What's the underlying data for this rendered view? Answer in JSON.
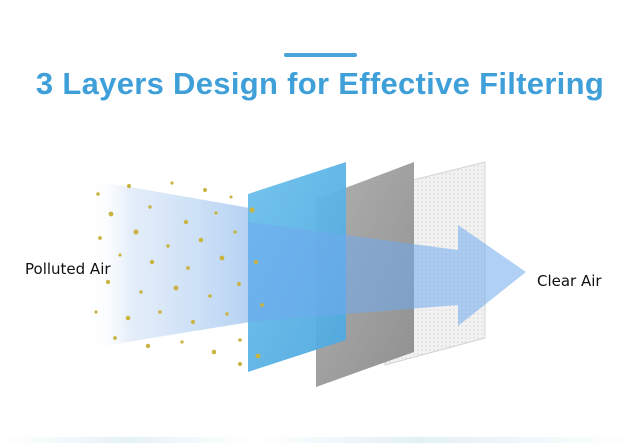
{
  "header": {
    "title": "3 Layers Design for Effective Filtering"
  },
  "labels": {
    "input": "Polluted Air",
    "output": "Clear Air"
  },
  "colors": {
    "title": "#3f9fd9",
    "layer_1": "#5fb5e6",
    "layer_2": "#a6a6a6",
    "layer_3": "#ececec",
    "arrow": "#8ab9f0",
    "particles": "#c9b441"
  }
}
